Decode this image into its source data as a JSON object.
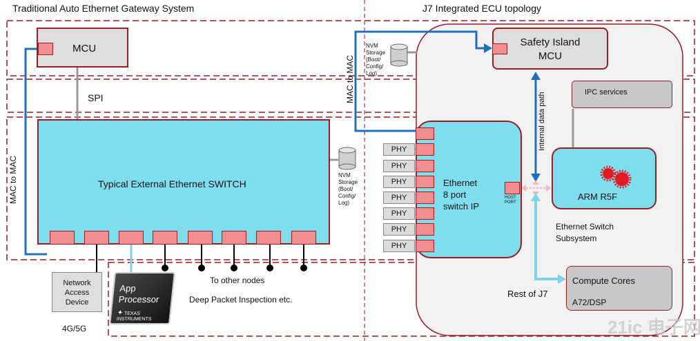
{
  "left": {
    "title": "Traditional Auto Ethernet Gateway System",
    "mcu": "MCU",
    "spi": "SPI",
    "mac_to_mac": "MAC to MAC",
    "switch": "Typical External Ethernet SWITCH",
    "nvm": [
      "NVM",
      "Storage",
      "(Boot/",
      "Config/",
      "Log)"
    ],
    "network_access": [
      "Network",
      "Access",
      "Device"
    ],
    "band": "4G/5G",
    "app_processor": [
      "App",
      "Processor"
    ],
    "ti_logo": [
      "TEXAS",
      "INSTRUMENTS"
    ],
    "other_nodes": "To other nodes",
    "dpi": "Deep Packet Inspection etc."
  },
  "right": {
    "title": "J7 Integrated ECU topology",
    "safety_island": [
      "Safety Island",
      "MCU"
    ],
    "ipc": "IPC services",
    "mac_to_mac": "MAC to MAC",
    "nvm": [
      "NVM",
      "Storage",
      "(Boot/",
      "Config/",
      "Log)"
    ],
    "internal_path": "Internal data path",
    "phy_labels": [
      "PHY",
      "PHY",
      "PHY",
      "PHY",
      "PHY",
      "PHY",
      "PHY"
    ],
    "switch_ip": [
      "Ethernet",
      "8 port",
      "switch IP"
    ],
    "host_port": [
      "HOST",
      "PORT"
    ],
    "arm": "ARM R5F",
    "subsystem": [
      "Ethernet Switch",
      "Subsystem"
    ],
    "rest": "Rest of J7",
    "compute": [
      "Compute Cores",
      "A72/DSP"
    ],
    "watermark": "21ic 电子网"
  },
  "colors": {
    "cyan": "#7fdeee",
    "pink": "#f48d90",
    "dark_red": "#9b1c22",
    "blue": "#1f6fbf",
    "light_cyan": "#7fd3e6"
  }
}
